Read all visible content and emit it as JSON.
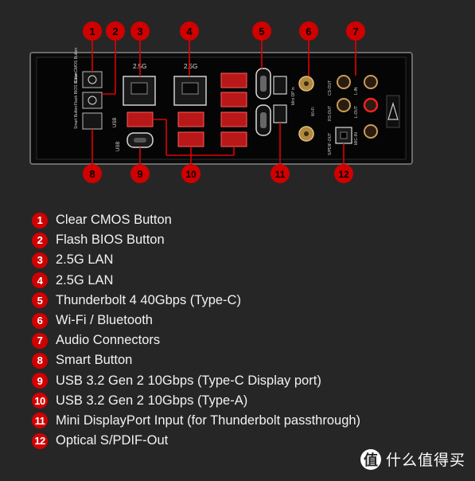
{
  "colors": {
    "accent_red": "#d10000",
    "background": "#262626",
    "panel": "#0b0b0b"
  },
  "callouts": [
    "1",
    "2",
    "3",
    "4",
    "5",
    "6",
    "7",
    "8",
    "9",
    "10",
    "11",
    "12"
  ],
  "panel_labels": {
    "clear_cmos": "Clear CMOS Button",
    "flash_bios": "Flash BIOS Button",
    "smart": "Smart Button",
    "lan_left": "2.5G",
    "lan_right": "2.5G",
    "usb_a_left": "USB",
    "usb_c": "USB",
    "mini_dp": "Mini DP in",
    "wifi": "Wi-Fi",
    "cs_out": "CS-OUT",
    "rs_out": "RS-OUT",
    "spdif": "S/PDIF-OUT",
    "line_in": "L-IN",
    "mic_in": "MIC-IN",
    "l_out": "L-OUT"
  },
  "legend": [
    {
      "num": "1",
      "text": "Clear CMOS Button"
    },
    {
      "num": "2",
      "text": "Flash BIOS Button"
    },
    {
      "num": "3",
      "text": "2.5G LAN"
    },
    {
      "num": "4",
      "text": "2.5G LAN"
    },
    {
      "num": "5",
      "text": "Thunderbolt 4 40Gbps (Type-C)"
    },
    {
      "num": "6",
      "text": "Wi-Fi / Bluetooth"
    },
    {
      "num": "7",
      "text": "Audio Connectors"
    },
    {
      "num": "8",
      "text": "Smart Button"
    },
    {
      "num": "9",
      "text": "USB 3.2 Gen 2 10Gbps (Type-C Display port)"
    },
    {
      "num": "10",
      "text": "USB 3.2 Gen 2 10Gbps (Type-A)"
    },
    {
      "num": "11",
      "text": "Mini DisplayPort Input (for Thunderbolt passthrough)"
    },
    {
      "num": "12",
      "text": "Optical S/PDIF-Out"
    }
  ],
  "watermark": {
    "icon": "值",
    "text": "什么值得买"
  }
}
